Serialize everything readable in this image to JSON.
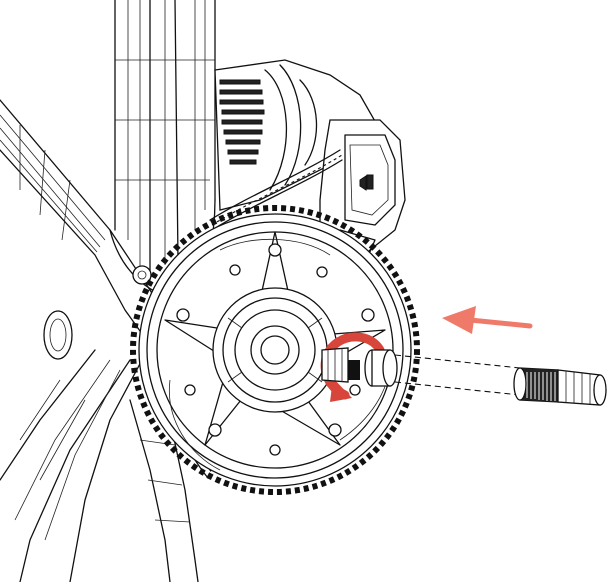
{
  "diagram": {
    "colors": {
      "line": "#111111",
      "background": "#ffffff",
      "accent": "#f07a6a",
      "accent_dark": "#d8453a"
    },
    "components": [
      "frame",
      "motor",
      "chain",
      "chainring",
      "crank-spindle",
      "spline-adapter"
    ],
    "icons": {
      "direction": "arrow-left-icon",
      "rotation": "rotate-arrow-icon"
    }
  }
}
